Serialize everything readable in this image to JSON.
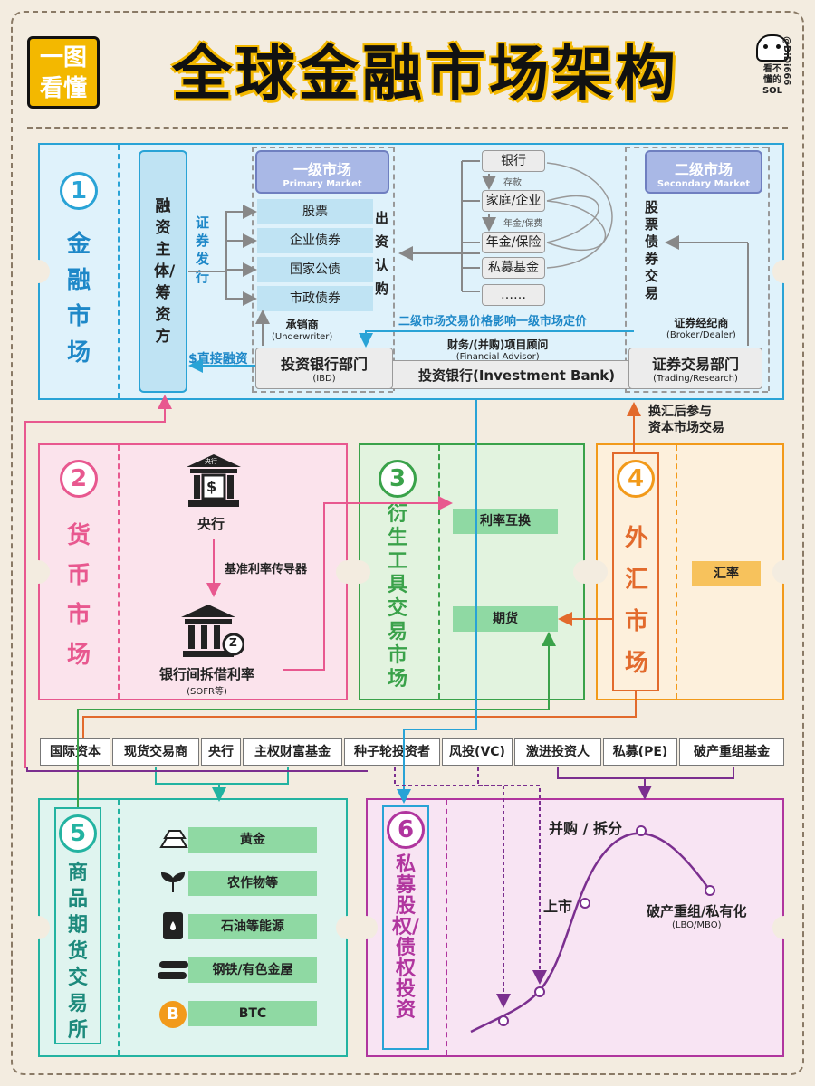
{
  "header": {
    "badge_line1": "一图",
    "badge_line2": "看懂",
    "title": "全球金融市场架构",
    "logo_line1": "看不",
    "logo_line2": "懂的",
    "logo_line3": "SOL",
    "handle": "@DiDi666"
  },
  "section1": {
    "num": "1",
    "name": "金融市场",
    "issuer": "融资主体/筹资方",
    "securities_issue": "证券发行",
    "direct_financing": "$直接融资",
    "primary_market": {
      "title": "一级市场",
      "subtitle": "Primary Market"
    },
    "secondary_market": {
      "title": "二级市场",
      "subtitle": "Secondary Market"
    },
    "primary_items": [
      "股票",
      "企业债券",
      "国家公债",
      "市政债券"
    ],
    "buy_in": "出资认购",
    "investors": [
      "银行",
      "家庭/企业",
      "年金/保险",
      "私募基金",
      "……"
    ],
    "deposit": "存款",
    "pension": "年金/保费",
    "stock_bond_trading": "股票债券交易",
    "underwriter": "承销商",
    "underwriter_en": "(Underwriter)",
    "price_influence": "二级市场交易价格影响一级市场定价",
    "financial_advisor": "财务/(并购)项目顾问",
    "financial_advisor_en": "(Financial Advisor)",
    "broker": "证券经纪商",
    "broker_en": "(Broker/Dealer)",
    "ibd": "投资银行部门",
    "ibd_en": "(IBD)",
    "investment_bank": "投资银行(Investment Bank)",
    "trading": "证券交易部门",
    "trading_en": "(Trading/Research)"
  },
  "fx_note_line1": "换汇后参与",
  "fx_note_line2": "资本市场交易",
  "section2": {
    "num": "2",
    "name": "货币市场",
    "central_bank": "央行",
    "central_bank_sign": "央行",
    "benchmark": "基准利率传导器",
    "interbank": "银行间拆借利率",
    "interbank_sub": "(SOFR等)"
  },
  "section3": {
    "num": "3",
    "name": "衍生工具交易市场",
    "irs": "利率互换",
    "futures": "期货"
  },
  "section4": {
    "num": "4",
    "name": "外汇市场",
    "fx_rate": "汇率"
  },
  "participants": [
    "国际资本",
    "现货交易商",
    "央行",
    "主权财富基金",
    "种子轮投资者",
    "风投(VC)",
    "激进投资人",
    "私募(PE)",
    "破产重组基金"
  ],
  "section5": {
    "num": "5",
    "name": "商品期货交易所",
    "items": [
      {
        "label": "黄金",
        "icon": "gold-bars-icon"
      },
      {
        "label": "农作物等",
        "icon": "sprout-icon"
      },
      {
        "label": "石油等能源",
        "icon": "oil-barrel-icon"
      },
      {
        "label": "钢铁/有色金屋",
        "icon": "steel-pipes-icon"
      },
      {
        "label": "BTC",
        "icon": "bitcoin-icon"
      }
    ]
  },
  "section6": {
    "num": "6",
    "name": "私募股权/债权投资",
    "ma_split": "并购 / 拆分",
    "ipo": "上市",
    "restructure": "破产重组/私有化",
    "restructure_sub": "(LBO/MBO)"
  },
  "colors": {
    "s1": "#29a3d6",
    "s2": "#e8588f",
    "s3": "#3aa24a",
    "s4": "#f29a1a",
    "s5": "#23b3a1",
    "s6": "#b0359e",
    "accent": "#f3b800"
  }
}
